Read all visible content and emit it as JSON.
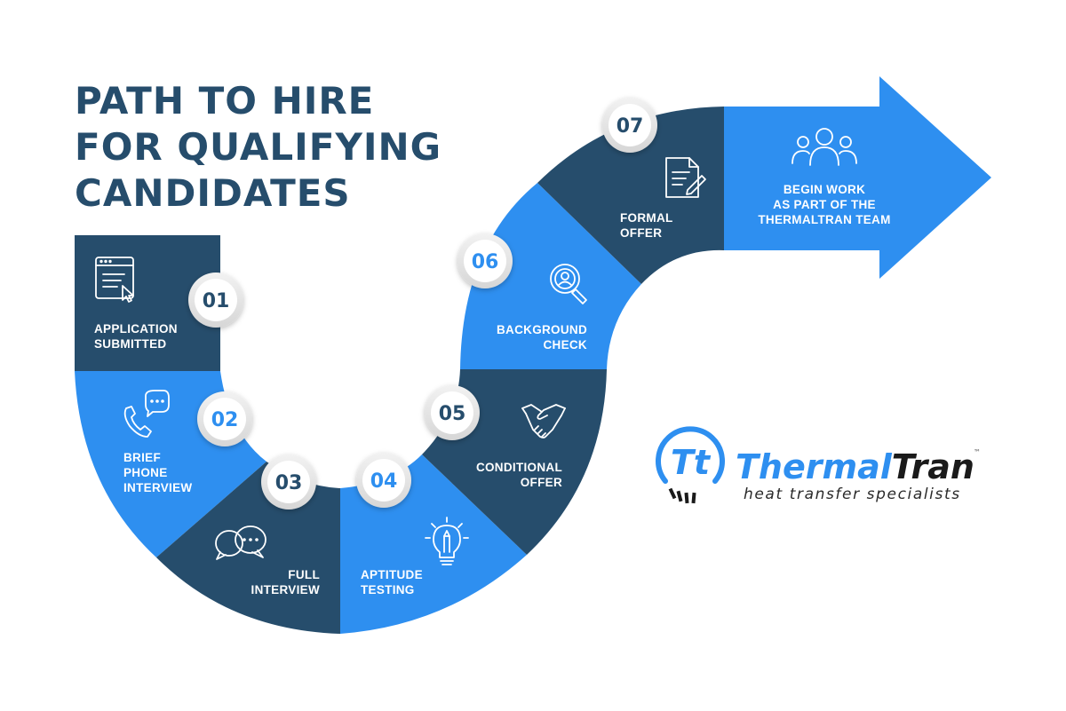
{
  "title": {
    "line1": "PATH TO HIRE",
    "line2": "FOR QUALIFYING",
    "line3": "CANDIDATES"
  },
  "colors": {
    "dark_navy": "#264d6c",
    "bright_blue": "#2e8ff0",
    "circle_fill": "#ffffff",
    "title": "#264d6c"
  },
  "steps": [
    {
      "number": "01",
      "line1": "APPLICATION",
      "line2": "SUBMITTED",
      "line3": "",
      "icon": "application-form-icon"
    },
    {
      "number": "02",
      "line1": "BRIEF",
      "line2": "PHONE",
      "line3": "INTERVIEW",
      "icon": "phone-chat-icon"
    },
    {
      "number": "03",
      "line1": "FULL",
      "line2": "INTERVIEW",
      "line3": "",
      "icon": "chat-bubbles-icon"
    },
    {
      "number": "04",
      "line1": "APTITUDE",
      "line2": "TESTING",
      "line3": "",
      "icon": "lightbulb-pencil-icon"
    },
    {
      "number": "05",
      "line1": "CONDITIONAL",
      "line2": "OFFER",
      "line3": "",
      "icon": "handshake-icon"
    },
    {
      "number": "06",
      "line1": "BACKGROUND",
      "line2": "CHECK",
      "line3": "",
      "icon": "magnifier-person-icon"
    },
    {
      "number": "07",
      "line1": "FORMAL",
      "line2": "OFFER",
      "line3": "",
      "icon": "document-pen-icon"
    }
  ],
  "final": {
    "line1": "BEGIN WORK",
    "line2": "AS PART OF THE",
    "line3": "THERMALTRAN TEAM",
    "icon": "team-group-icon"
  },
  "logo": {
    "monogram": "Tt",
    "word1": "Thermal",
    "word2": "Tran",
    "tm": "™",
    "tagline": "heat transfer specialists",
    "blue": "#2e8ff0",
    "black": "#1a1a1a"
  }
}
